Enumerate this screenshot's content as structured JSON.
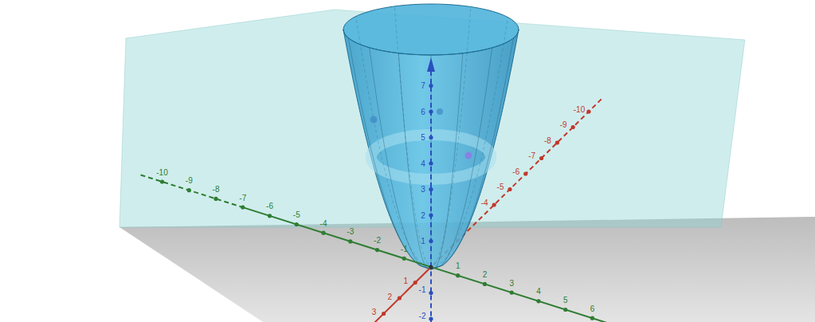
{
  "diagram": {
    "labels": [
      "-10",
      "-9",
      "-8",
      "-7",
      "-6",
      "-5",
      "-4",
      "-3",
      "-2",
      "-1",
      "1",
      "2",
      "3",
      "4",
      "5",
      "6",
      "1",
      "2",
      "3",
      "-4",
      "-5",
      "-6",
      "-7",
      "-8",
      "-9",
      "-10",
      "-1",
      "-2",
      "1",
      "2",
      "3",
      "4",
      "5",
      "6",
      "7"
    ]
  }
}
